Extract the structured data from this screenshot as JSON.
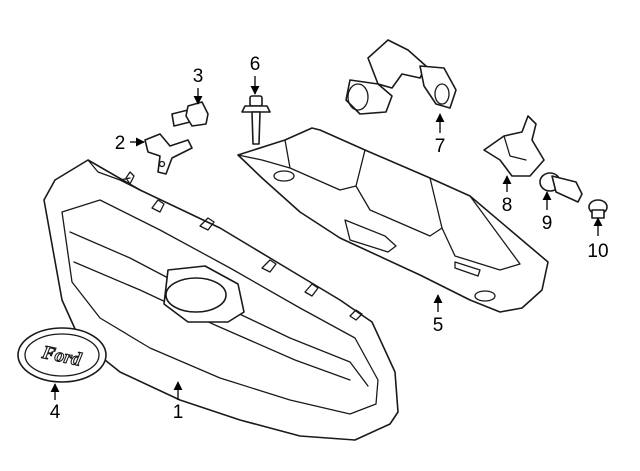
{
  "diagram": {
    "callouts": [
      {
        "id": "1",
        "label": "1"
      },
      {
        "id": "2",
        "label": "2"
      },
      {
        "id": "3",
        "label": "3"
      },
      {
        "id": "4",
        "label": "4"
      },
      {
        "id": "5",
        "label": "5"
      },
      {
        "id": "6",
        "label": "6"
      },
      {
        "id": "7",
        "label": "7"
      },
      {
        "id": "8",
        "label": "8"
      },
      {
        "id": "9",
        "label": "9"
      },
      {
        "id": "10",
        "label": "10"
      }
    ],
    "emblem_text": "Ford"
  }
}
